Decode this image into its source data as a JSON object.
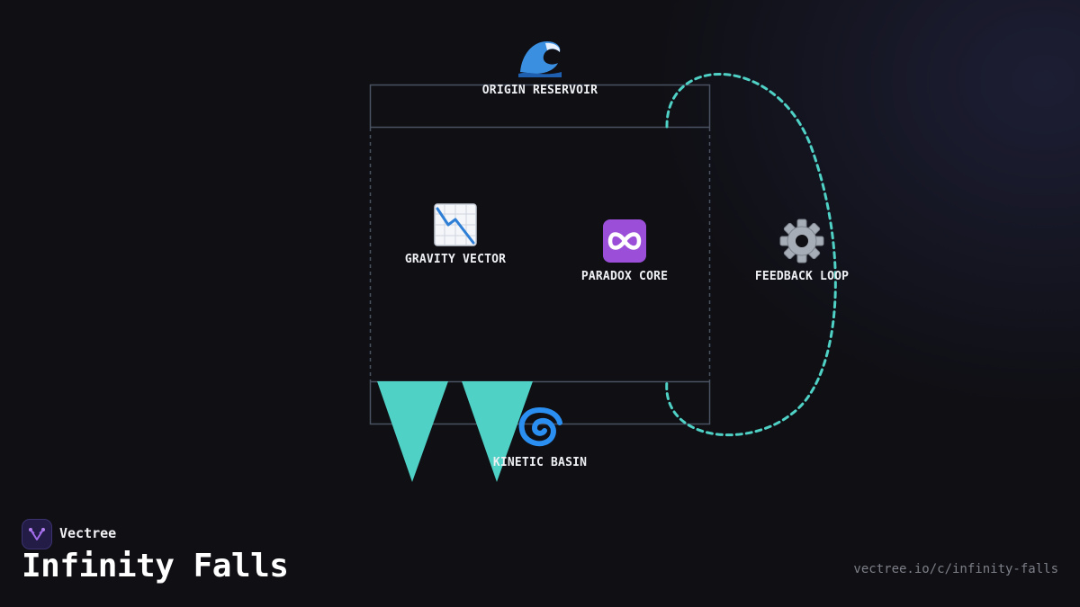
{
  "diagram": {
    "nodes": [
      {
        "id": "origin-reservoir",
        "label": "ORIGIN RESERVOIR",
        "icon": "wave-icon"
      },
      {
        "id": "gravity-vector",
        "label": "GRAVITY VECTOR",
        "icon": "chart-decreasing-icon"
      },
      {
        "id": "paradox-core",
        "label": "PARADOX CORE",
        "icon": "infinity-icon"
      },
      {
        "id": "feedback-loop",
        "label": "FEEDBACK LOOP",
        "icon": "gear-icon"
      },
      {
        "id": "kinetic-basin",
        "label": "KINETIC BASIN",
        "icon": "cyclone-icon"
      }
    ],
    "colors": {
      "frame": "#4a5262",
      "accent": "#4fd1c5",
      "loop": "#4fd1c5"
    }
  },
  "brand": {
    "name": "Vectree",
    "logo_icon": "vectree-logo-icon"
  },
  "page": {
    "title": "Infinity Falls",
    "url": "vectree.io/c/infinity-falls"
  }
}
